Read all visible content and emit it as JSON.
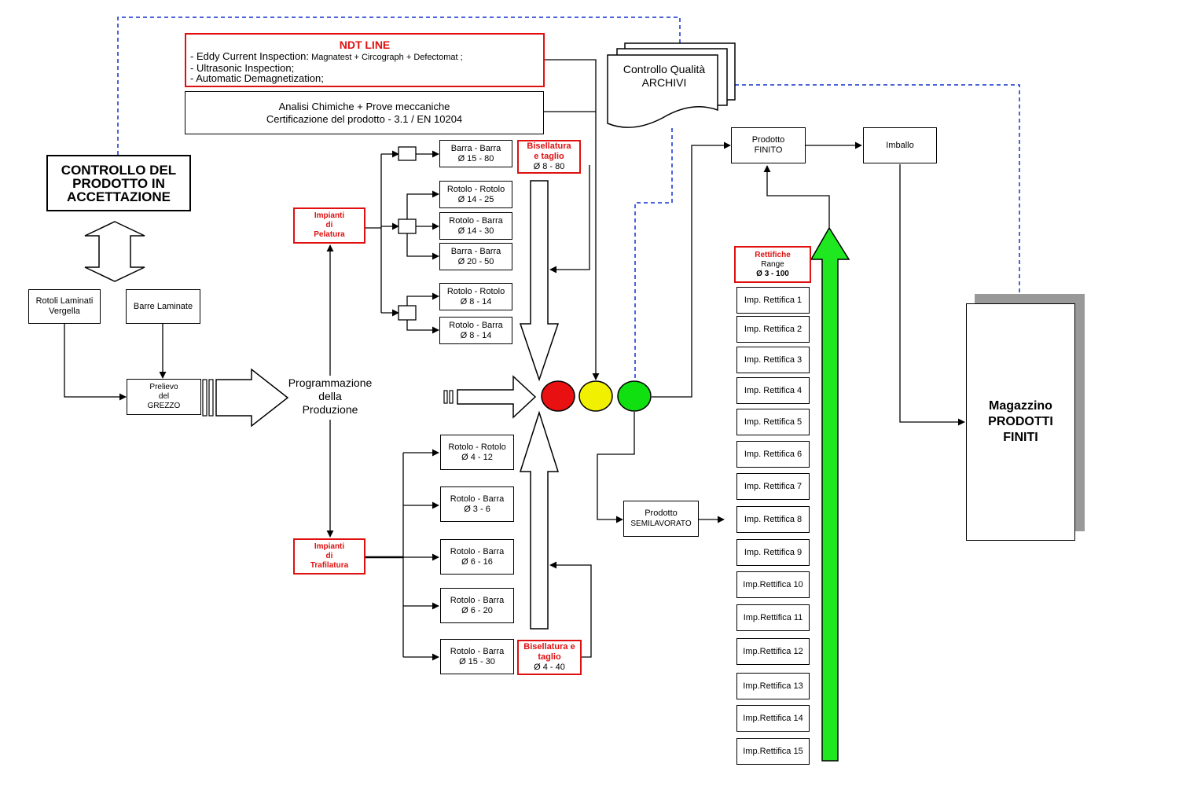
{
  "ndt": {
    "title": "NDT LINE",
    "lines": [
      "-  Eddy Current Inspection:",
      " Magnatest + Circograph + Defectomat ;",
      "-  Ultrasonic Inspection;",
      "-  Automatic Demagnetization;"
    ]
  },
  "analisi": {
    "line1": "Analisi Chimiche + Prove meccaniche",
    "line2": "Certificazione del prodotto - 3.1 / EN 10204"
  },
  "controllo_qualita": {
    "line1": "Controllo Qualità",
    "line2": "ARCHIVI"
  },
  "controllo_prodotto": {
    "line1": "CONTROLLO DEL",
    "line2": "PRODOTTO IN",
    "line3": "ACCETTAZIONE"
  },
  "rotoli_laminati": {
    "line1": "Rotoli Laminati",
    "line2": "Vergella"
  },
  "barre_laminate": "Barre Laminate",
  "prelievo": {
    "line1": "Prelievo",
    "line2": "del",
    "line3": "GREZZO"
  },
  "programmazione": {
    "line1": "Programmazione",
    "line2": "della",
    "line3": "Produzione"
  },
  "pelatura": {
    "line1": "Impianti",
    "line2": "di",
    "line3": "Pelatura"
  },
  "trafilatura": {
    "line1": "Impianti",
    "line2": "di",
    "line3": "Trafilatura"
  },
  "pelatura_outputs": [
    {
      "name": "Barra - Barra",
      "range": "Ø 15 - 80"
    },
    {
      "name": "Rotolo - Rotolo",
      "range": "Ø 14 - 25"
    },
    {
      "name": "Rotolo - Barra",
      "range": "Ø 14 - 30"
    },
    {
      "name": "Barra - Barra",
      "range": "Ø 20 - 50"
    },
    {
      "name": "Rotolo - Rotolo",
      "range": "Ø 8 - 14"
    },
    {
      "name": "Rotolo - Barra",
      "range": "Ø 8 - 14"
    }
  ],
  "trafilatura_outputs": [
    {
      "name": "Rotolo - Rotolo",
      "range": "Ø 4 - 12"
    },
    {
      "name": "Rotolo - Barra",
      "range": "Ø 3 - 6"
    },
    {
      "name": "Rotolo - Barra",
      "range": "Ø 6 - 16"
    },
    {
      "name": "Rotolo - Barra",
      "range": "Ø 6 - 20"
    },
    {
      "name": "Rotolo - Barra",
      "range": "Ø  15 - 30"
    }
  ],
  "bisellatura_top": {
    "line1": "Bisellatura",
    "line2": "e taglio",
    "line3": "Ø 8 - 80"
  },
  "bisellatura_bottom": {
    "line1": "Bisellatura e",
    "line2": "taglio",
    "line3": "Ø 4 - 40"
  },
  "prodotto_finito": {
    "line1": "Prodotto",
    "line2": "FINITO"
  },
  "imballo": "Imballo",
  "semilavorato": {
    "line1": "Prodotto",
    "line2": "SEMILAVORATO"
  },
  "rettifiche": {
    "line1": "Rettifiche",
    "line2": "Range",
    "line3": "Ø 3 - 100"
  },
  "rettifica_list": [
    "Imp. Rettifica 1",
    "Imp. Rettifica 2",
    "Imp. Rettifica 3",
    "Imp. Rettifica 4",
    "Imp. Rettifica 5",
    "Imp. Rettifica 6",
    "Imp. Rettifica 7",
    "Imp. Rettifica 8",
    "Imp. Rettifica 9",
    "Imp.Rettifica 10",
    "Imp.Rettifica 11",
    "Imp.Rettifica 12",
    "Imp.Rettifica 13",
    "Imp.Rettifica 14",
    "Imp.Rettifica 15"
  ],
  "magazzino": {
    "line1": "Magazzino",
    "line2": "PRODOTTI",
    "line3": "FINITI"
  },
  "colors": {
    "red_accent": "#e01010",
    "dashed_line": "#1030d0",
    "light_red": "#e81010",
    "light_yellow": "#f0f000",
    "light_green": "#10e010",
    "big_arrow_green": "#20e820",
    "shadow": "#999999"
  }
}
